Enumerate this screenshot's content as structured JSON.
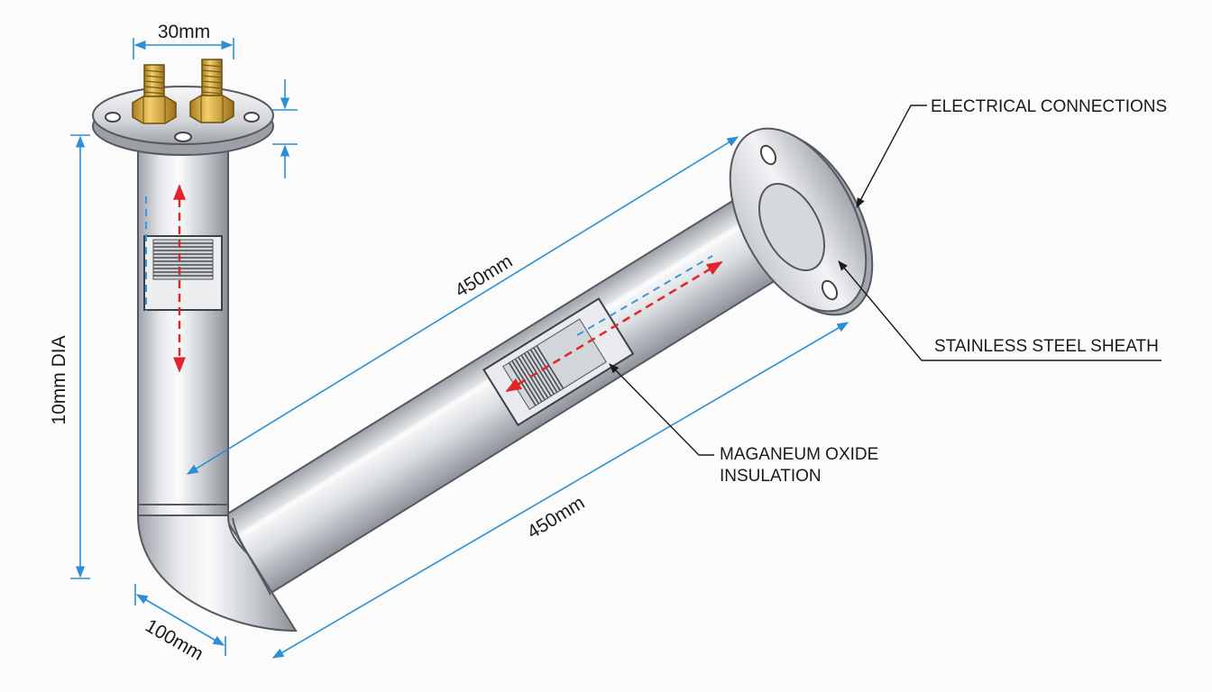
{
  "diagram": {
    "colors": {
      "dimension_line": "#2a8fd6",
      "heat_arrow_red": "#e0262b",
      "heat_arrow_blue": "#3a9ad9",
      "steel_light": "#f3f4f6",
      "steel_mid": "#c9ccd1",
      "steel_dark": "#8e939a",
      "brass": "#d8a93a",
      "leader": "#1a1a1a"
    },
    "dimensions": {
      "terminal_spacing": "30mm",
      "vertical_length": "10mm DIA",
      "diagonal_upper": "450mm",
      "diagonal_lower": "450mm",
      "bend_offset": "100mm"
    },
    "callouts": {
      "electrical": "ELECTRICAL CONNECTIONS",
      "sheath": "STAINLESS STEEL SHEATH",
      "insulation_line1": "MAGANEUM OXIDE",
      "insulation_line2": "INSULATION"
    },
    "icons": [
      "brass-terminal-icon",
      "mounting-flange-icon",
      "heat-flow-arrow-icon"
    ]
  }
}
